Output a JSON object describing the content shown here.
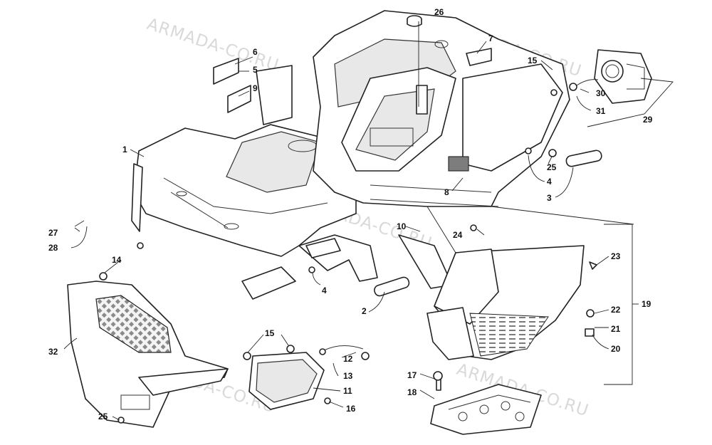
{
  "watermark": "ARMADA-CO.RU",
  "callouts": [
    "1",
    "2",
    "3",
    "4",
    "4",
    "5",
    "6",
    "7",
    "8",
    "9",
    "10",
    "11",
    "12",
    "13",
    "14",
    "15",
    "15",
    "16",
    "17",
    "18",
    "19",
    "20",
    "21",
    "22",
    "23",
    "24",
    "25",
    "25",
    "26",
    "27",
    "28",
    "29",
    "30",
    "31",
    "32"
  ]
}
